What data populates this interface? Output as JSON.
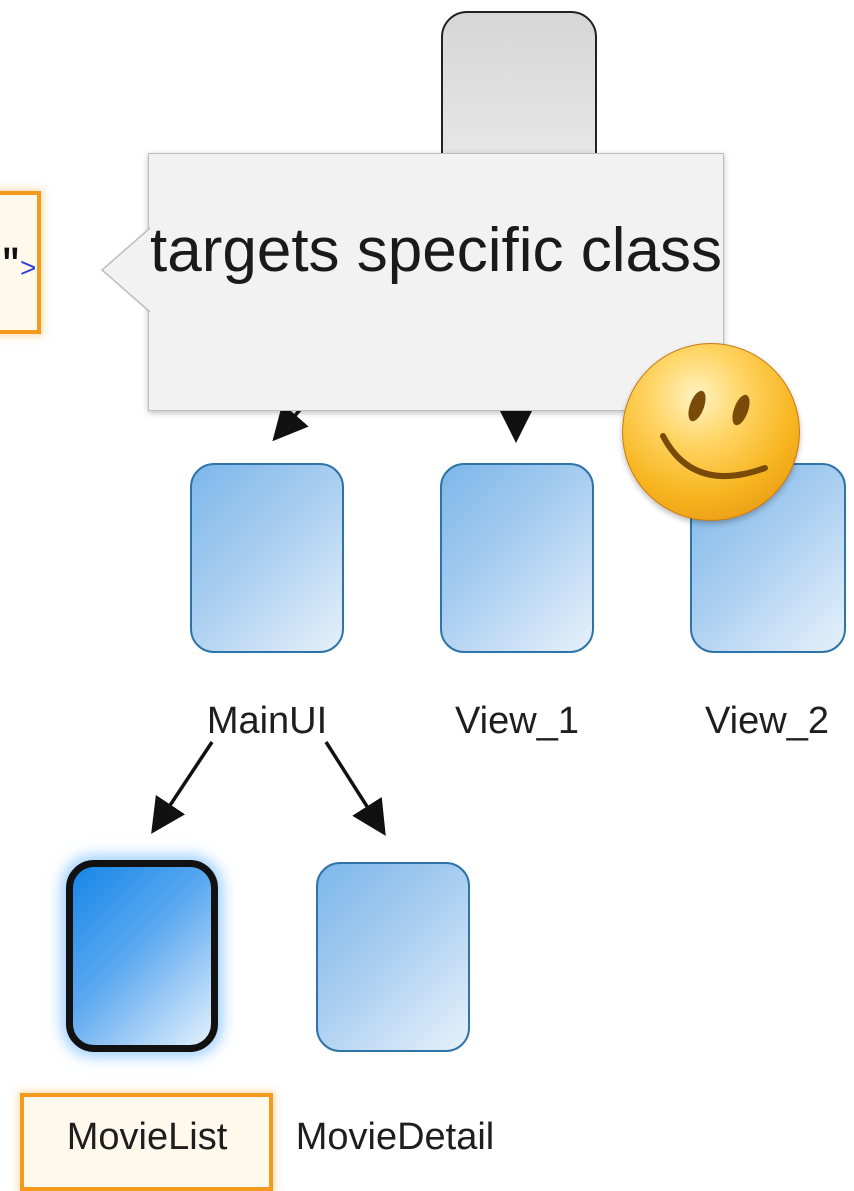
{
  "diagram": {
    "callout": {
      "text": "targets specific class"
    },
    "snippet": {
      "text": "\""
    },
    "nodes": {
      "main_ui": "MainUI",
      "view_1": "View_1",
      "view_2": "View_2",
      "movie_list": "MovieList",
      "movie_detail": "MovieDetail"
    },
    "colors": {
      "node_border": "#2f74a8",
      "highlight_orange": "#f39a1c",
      "selected_border": "#111111"
    },
    "icons": [
      "smiley-icon",
      "arrow-icon"
    ]
  }
}
